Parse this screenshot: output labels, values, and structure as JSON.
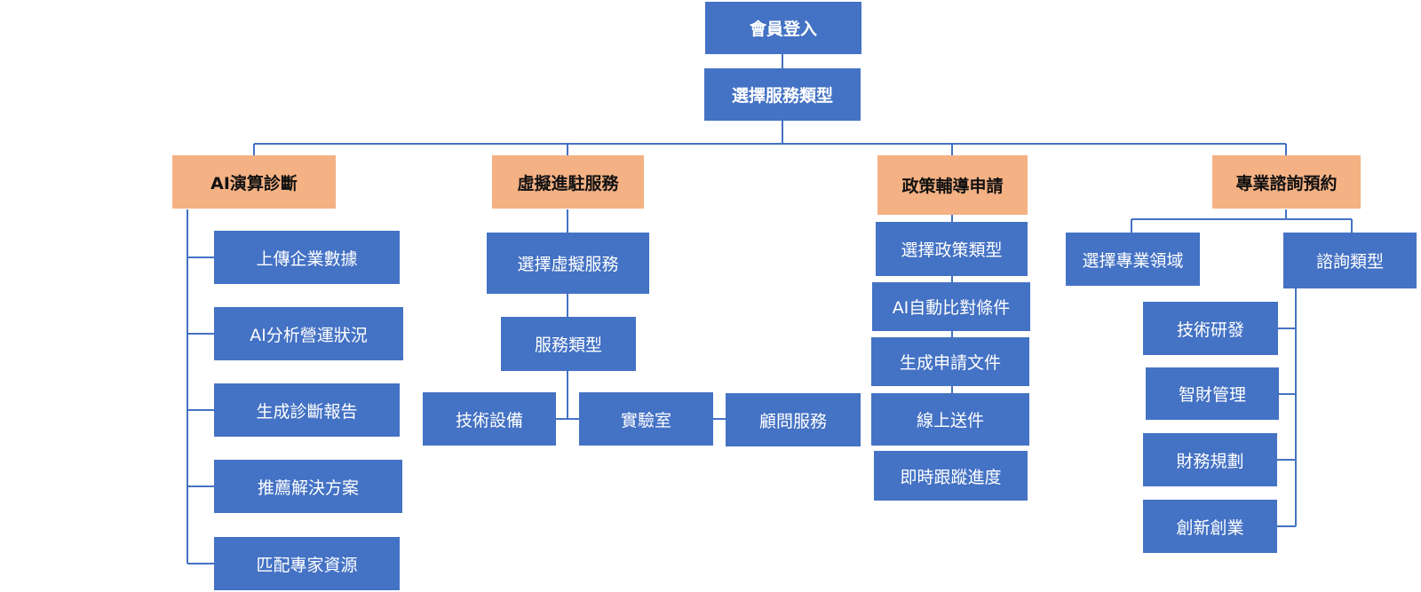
{
  "colors": {
    "node": "#4472c4",
    "category": "#f4b183",
    "line": "#4472c4"
  },
  "root": {
    "login": "會員登入",
    "select_service": "選擇服務類型"
  },
  "branches": {
    "ai": {
      "title": "AI演算診斷",
      "steps": [
        "上傳企業數據",
        "AI分析營運狀況",
        "生成診斷報告",
        "推薦解決方案",
        "匹配專家資源"
      ]
    },
    "virtual": {
      "title": "虛擬進駐服務",
      "select": "選擇虛擬服務",
      "type": "服務類型",
      "options": [
        "技術設備",
        "實驗室",
        "顧問服務"
      ]
    },
    "policy": {
      "title": "政策輔導申請",
      "steps": [
        "選擇政策類型",
        "AI自動比對條件",
        "生成申請文件",
        "線上送件",
        "即時跟蹤進度"
      ]
    },
    "consult": {
      "title": "專業諮詢預約",
      "select_field": "選擇專業領域",
      "type": "諮詢類型",
      "types": [
        "技術研發",
        "智財管理",
        "財務規劃",
        "創新創業"
      ]
    }
  }
}
